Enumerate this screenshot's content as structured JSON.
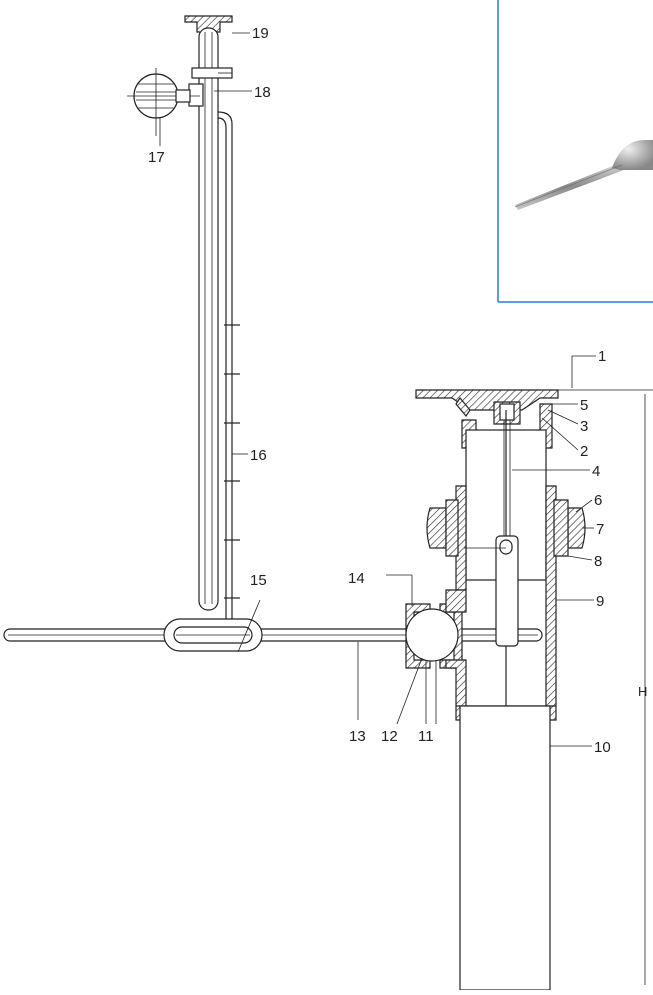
{
  "diagram": {
    "part_numbers": [
      "1",
      "2",
      "3",
      "4",
      "5",
      "6",
      "7",
      "8",
      "9",
      "10",
      "11",
      "12",
      "13",
      "14",
      "15",
      "16",
      "17",
      "18",
      "19"
    ],
    "height_label": "H"
  },
  "inset": {
    "border_color": "#2a7fd4",
    "content": "photo of drain pipe rod"
  },
  "colors": {
    "line": "#222222",
    "background": "#ffffff",
    "inset_border": "#2a7fd4"
  }
}
